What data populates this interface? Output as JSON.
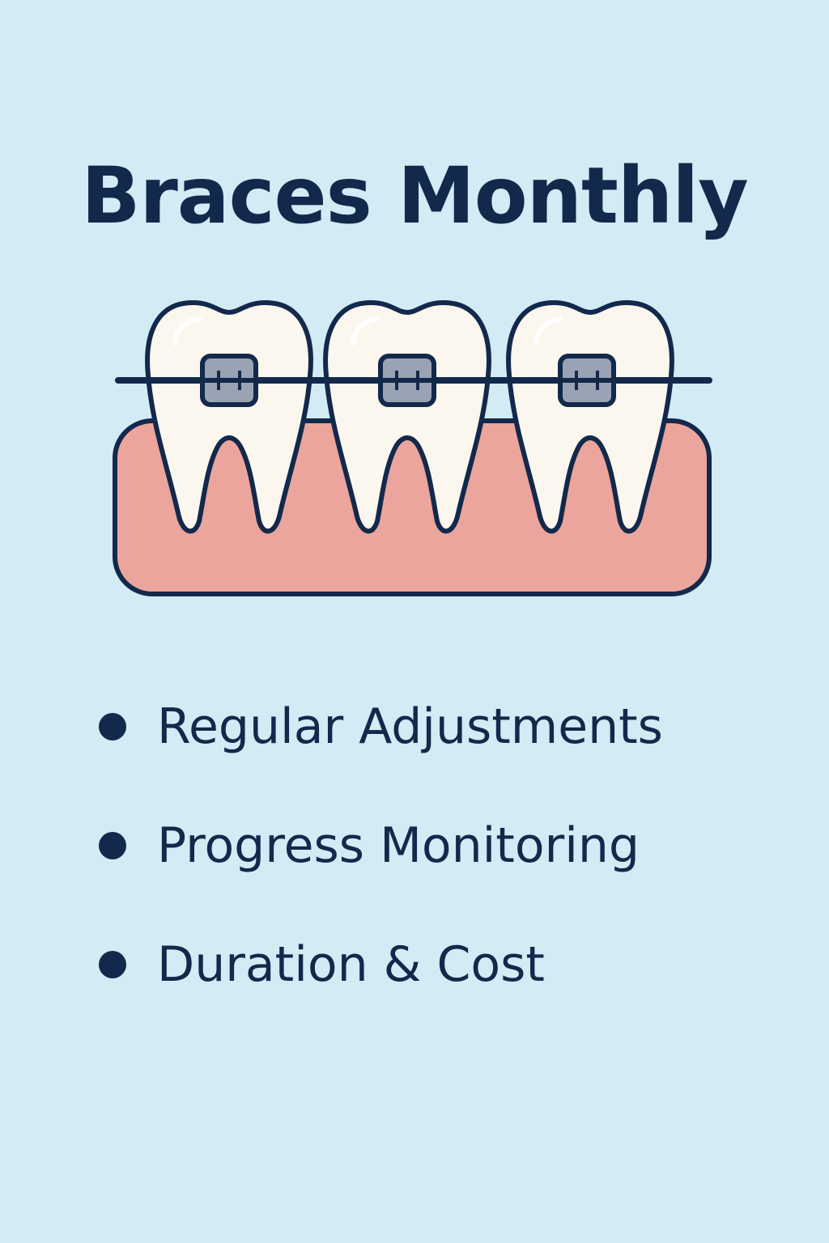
{
  "header": {
    "title": "Braces Monthly"
  },
  "illustration": {
    "icon": "teeth-with-braces-icon",
    "colors": {
      "outline": "#13294b",
      "tooth": "#fbf7ef",
      "gum": "#eca59c",
      "bracket": "#9aa3b3"
    }
  },
  "bullets": [
    {
      "label": "Regular Adjustments"
    },
    {
      "label": "Progress Monitoring"
    },
    {
      "label": "Duration & Cost"
    }
  ],
  "colors": {
    "background": "#d3ebf5",
    "text": "#13294b"
  }
}
